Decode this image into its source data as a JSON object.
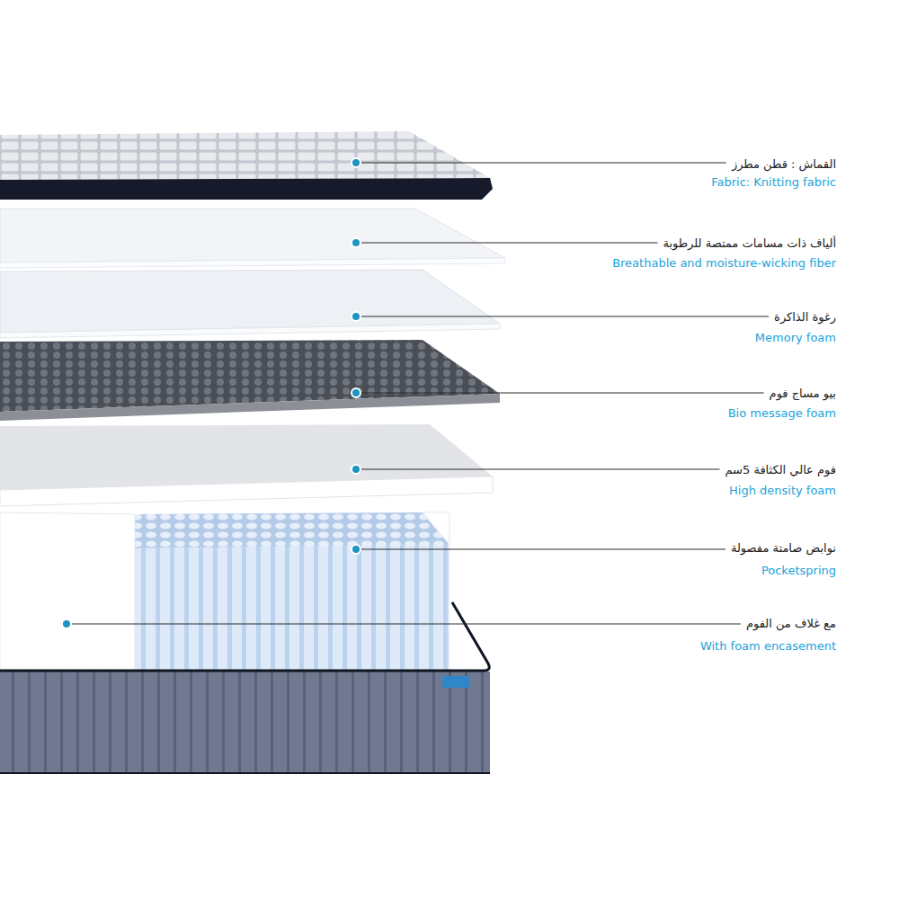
{
  "diagram": {
    "labels": [
      "القماش : قطن مطرز",
      "Fabric: Knitting fabric",
      "ألياف ذات مسامات ممتصة للرطوبة",
      "Breathable and moisture-wicking fiber",
      "رغوة الذاكرة",
      "Memory foam",
      "بيو مساج فوم",
      "Bio message foam",
      "فوم عالي الكثافة 5سم",
      "High density foam",
      "نوابض صامتة مفصولة",
      "Pocketspring",
      "مع غلاف من الفوم",
      "With foam encasement"
    ]
  }
}
